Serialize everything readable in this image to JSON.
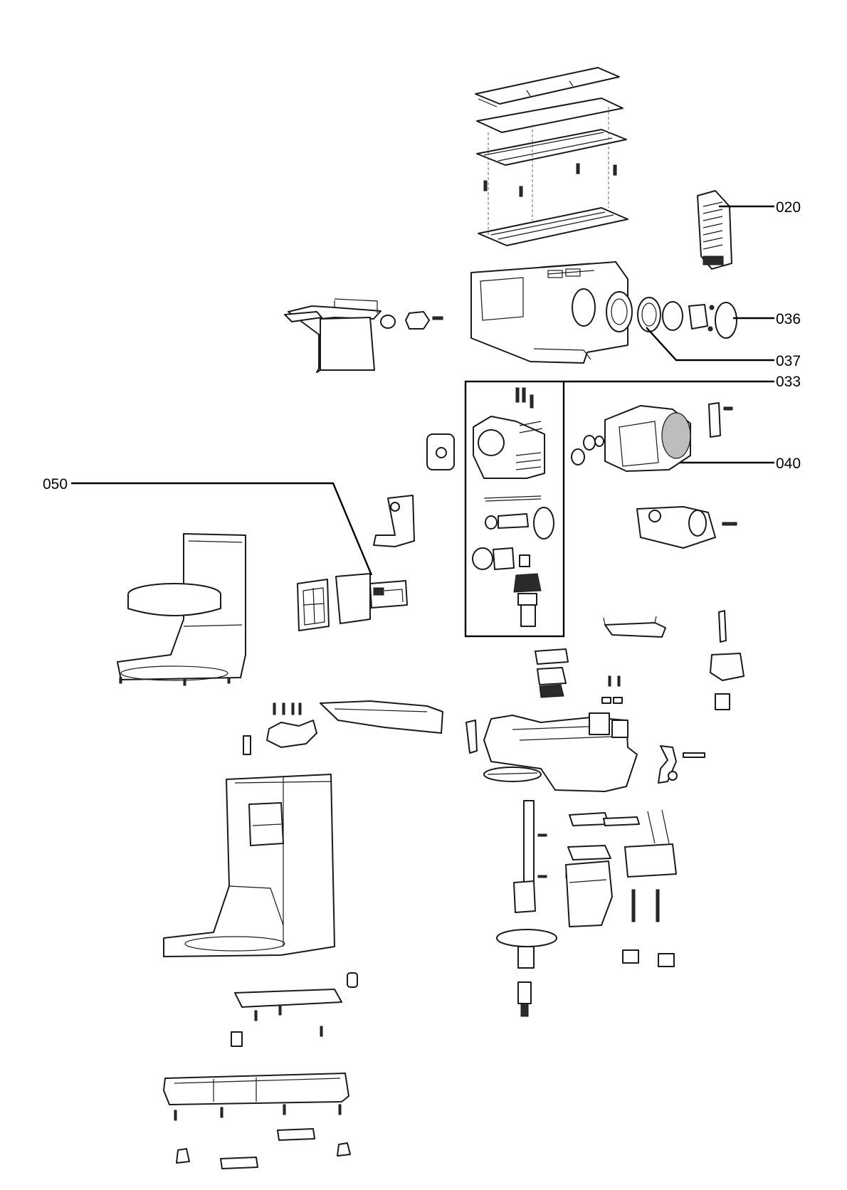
{
  "callouts": [
    {
      "id": "020",
      "label": "020"
    },
    {
      "id": "036",
      "label": "036"
    },
    {
      "id": "037",
      "label": "037"
    },
    {
      "id": "033",
      "label": "033"
    },
    {
      "id": "040",
      "label": "040"
    },
    {
      "id": "050",
      "label": "050"
    }
  ],
  "colors": {
    "line": "#1a1a1a",
    "background": "#ffffff",
    "shade": "#bdbdbd"
  }
}
